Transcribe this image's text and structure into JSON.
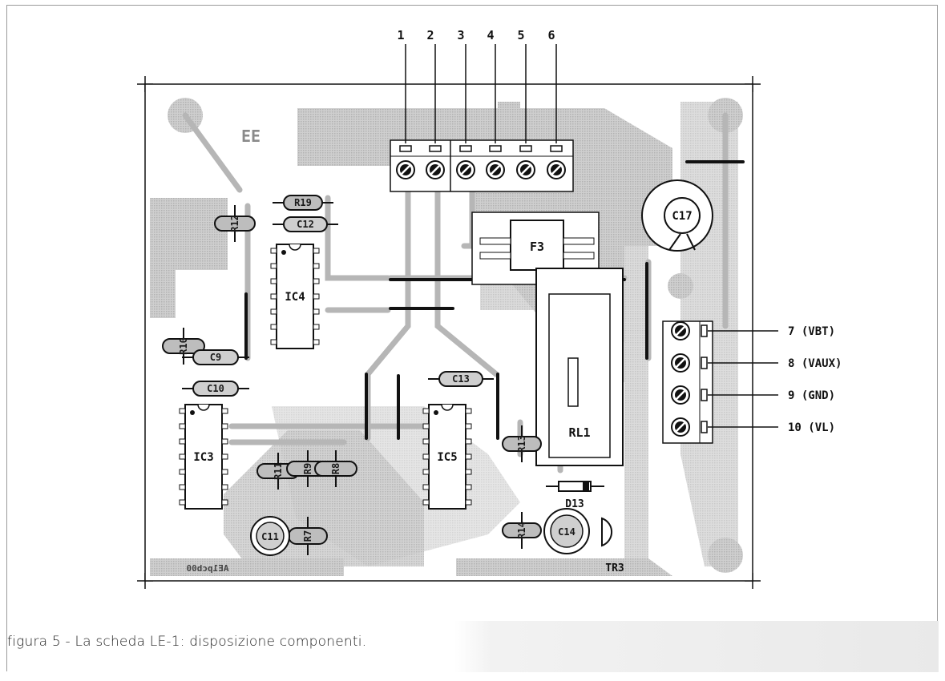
{
  "terminals_top": [
    "1",
    "2",
    "3",
    "4",
    "5",
    "6"
  ],
  "terminals_right": [
    "7 (VBT)",
    "8 (VAUX)",
    "9 (GND)",
    "10 (VL)"
  ],
  "components": {
    "C17": "C17",
    "F3": "F3",
    "IC4": "IC4",
    "IC3": "IC3",
    "IC5": "IC5",
    "RL1": "RL1",
    "D13": "D13",
    "TR3": "TR3",
    "R19": "R19",
    "R12": "R12",
    "C12": "C12",
    "R10": "R10",
    "C9": "C9",
    "C10": "C10",
    "C13": "C13",
    "R11": "R11",
    "R9": "R9",
    "R8": "R8",
    "R13": "R13",
    "R14": "R14",
    "C11": "C11",
    "C14": "C14",
    "R7": "R7"
  },
  "board_marking": "EE",
  "mirrored_id": "AE1pcb00",
  "caption": "figura 5 - La scheda LE-1: disposizione componenti.",
  "colors": {
    "copper": "#c6c6c6",
    "copper_dark": "#b4b4b4",
    "ink": "#111111"
  }
}
